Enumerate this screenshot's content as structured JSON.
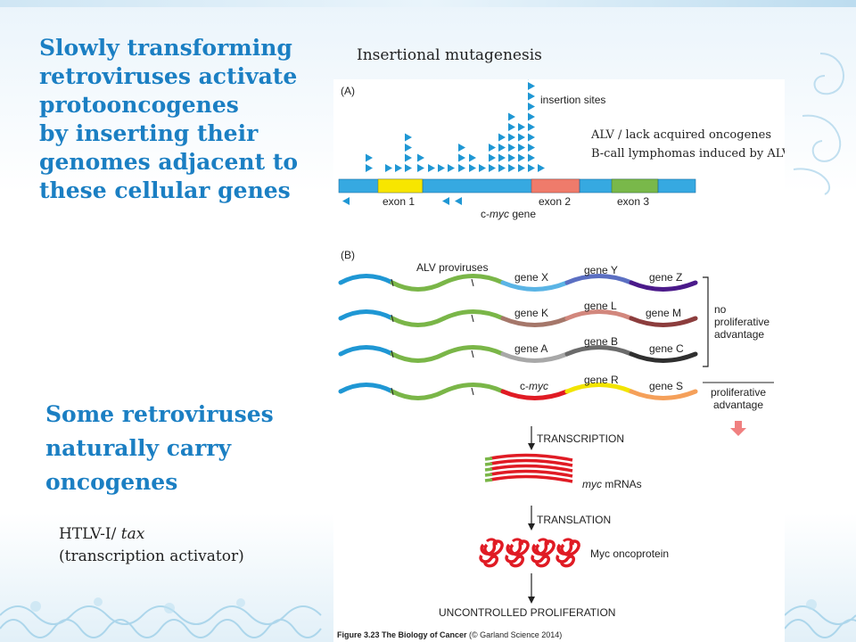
{
  "headline": [
    "Slowly transforming",
    "retroviruses activate",
    "protooncogenes",
    "by inserting their",
    "genomes adjacent to",
    "these cellular genes"
  ],
  "subhead": [
    "Some retroviruses",
    "naturally carry",
    "oncogenes"
  ],
  "note": {
    "line1_prefix": "HTLV-I/ ",
    "line1_italic": "tax",
    "line2": "(transcription activator)"
  },
  "figure_title": "Insertional mutagenesis",
  "panel_a": {
    "label": "(A)",
    "insertion_sites": "insertion sites",
    "note_line1": "ALV / lack acquired oncogenes",
    "note_line2": "B-call lymphomas induced by ALV",
    "exon1": "exon 1",
    "exon2": "exon 2",
    "exon3": "exon 3",
    "gene_prefix": "c-",
    "gene_italic": "myc",
    "gene_suffix": " gene"
  },
  "panel_b": {
    "label": "(B)",
    "alv_proviruses": "ALV proviruses",
    "genes": {
      "x": "gene X",
      "y": "gene Y",
      "z": "gene Z",
      "k": "gene K",
      "l": "gene L",
      "m": "gene M",
      "a": "gene A",
      "b": "gene B",
      "c": "gene C",
      "cmyc_prefix": "c-",
      "cmyc_italic": "myc",
      "r": "gene R",
      "s": "gene S"
    },
    "no_advantage": [
      "no",
      "proliferative",
      "advantage"
    ],
    "advantage": [
      "proliferative",
      "advantage"
    ],
    "transcription": "TRANSCRIPTION",
    "mrna_italic": "myc",
    "mrna_suffix": " mRNAs",
    "translation": "TRANSLATION",
    "oncoprotein": "Myc oncoprotein",
    "proliferation": "UNCONTROLLED PROLIFERATION",
    "caption_bold": "Figure 3.23  The Biology of Cancer",
    "caption_rest": " (© Garland Science 2014)"
  },
  "colors": {
    "headline": "#1b7fc3",
    "viral": "#1f97d4",
    "ltr": "#7ab648",
    "myc": "#e01b24",
    "exon1": "#f7e600",
    "exon2": "#ef7b6b",
    "exon3": "#79b84a",
    "exon_base": "#36a9e1",
    "insertion": "#1f97d4",
    "arrow_pink": "#f08080"
  }
}
